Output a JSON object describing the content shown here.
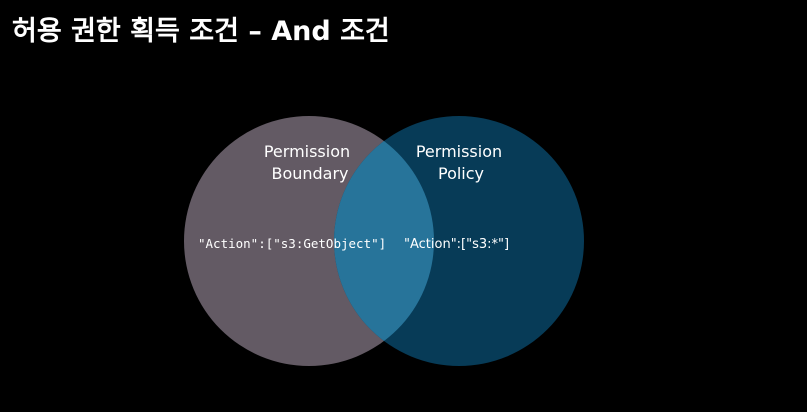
{
  "title": "허용 권한 획득 조건 – And 조건",
  "venn": {
    "left_set": {
      "label_line1": "Permission",
      "label_line2": "Boundary",
      "action_text": "\"Action\":[\"s3:GetObject\"]",
      "color": "#635a64"
    },
    "right_set": {
      "label_line1": "Permission",
      "label_line2": "Policy",
      "action_text": "\"Action\":[\"s3:*\"]",
      "color": "#073b57"
    },
    "overlap_color": "#27749a"
  }
}
